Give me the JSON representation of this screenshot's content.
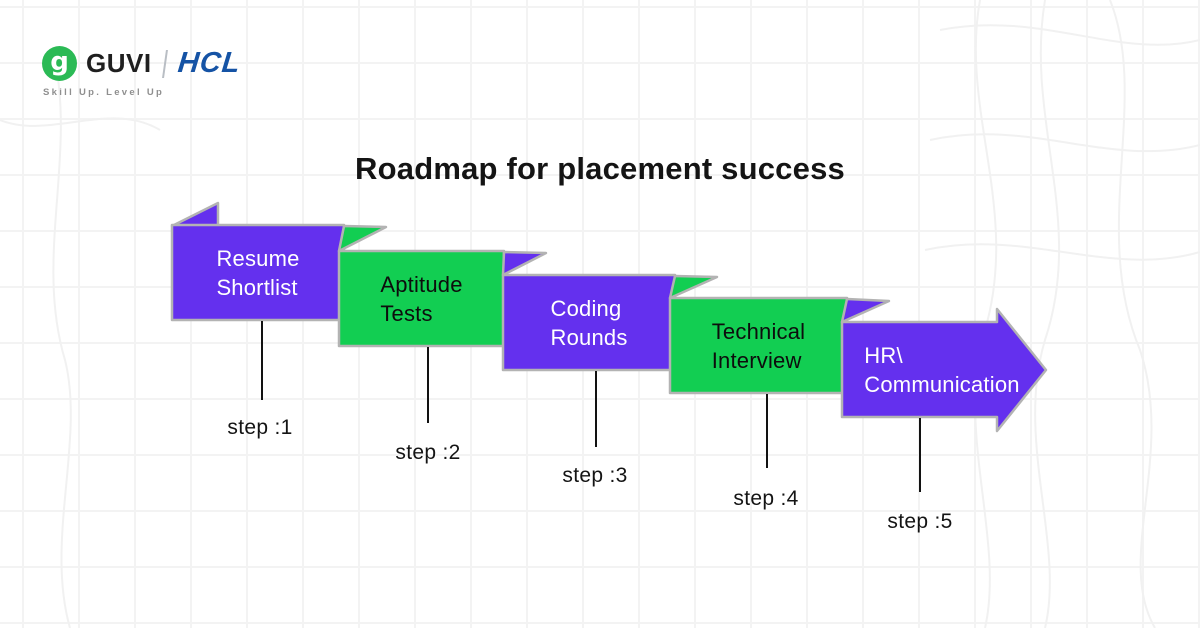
{
  "brand": {
    "guvi_label": "GUVI",
    "guvi_glyph": "g",
    "hcl_label": "HCL",
    "tagline": "Skill Up. Level Up"
  },
  "title": "Roadmap for placement success",
  "colors": {
    "purple": "#6430ee",
    "green": "#12ce52",
    "border": "#b3b3b3",
    "guvi_green": "#2bba55",
    "hcl_blue": "#1553a5",
    "connector": "#121212"
  },
  "banners": [
    {
      "label": "Resume\nShortlist",
      "step_label": "step :1"
    },
    {
      "label": "Aptitude\nTests",
      "step_label": "step :2"
    },
    {
      "label": "Coding\nRounds",
      "step_label": "step :3"
    },
    {
      "label": "Technical\nInterview",
      "step_label": "step :4"
    },
    {
      "label": "HR\\\nCommunication",
      "step_label": "step :5"
    }
  ]
}
